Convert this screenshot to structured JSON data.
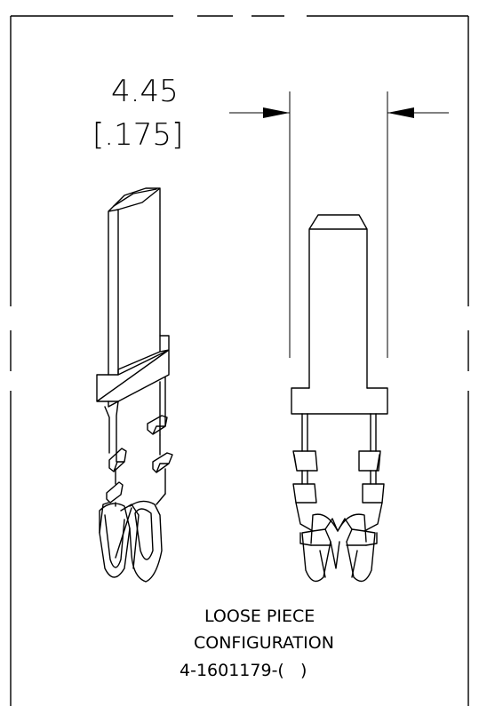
{
  "dimension": {
    "metric": "4.45",
    "imperial": "[.175]"
  },
  "note": {
    "line1": "LOOSE PIECE",
    "line2": "CONFIGURATION",
    "line3": "4-1601179-(   )"
  }
}
